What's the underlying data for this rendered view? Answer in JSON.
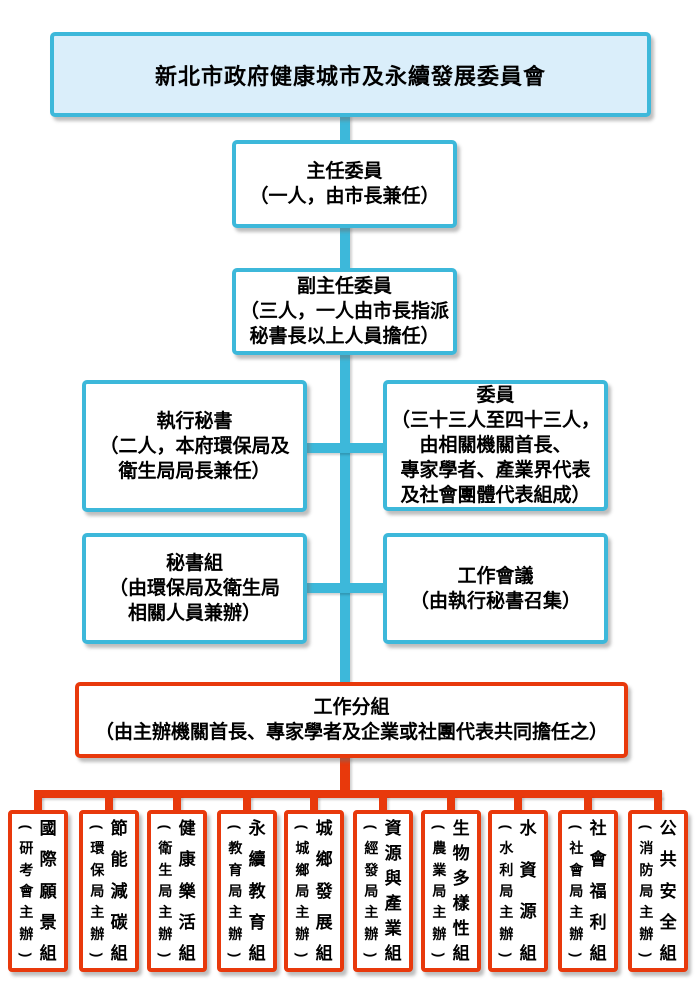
{
  "colors": {
    "line_cyan": "#3db8da",
    "fill_light_blue": "#daeefa",
    "line_orange": "#e8390c",
    "text": "#000000",
    "background": "#ffffff"
  },
  "org_chart": {
    "root": {
      "title": "新北市政府健康城市及永續發展委員會"
    },
    "chairman": {
      "title": "主任委員",
      "note": "（一人，由市長兼任）"
    },
    "vice_chairman": {
      "title": "副主任委員",
      "note": "（三人，一人由市長指派\n秘書長以上人員擔任）"
    },
    "executive_secretary": {
      "title": "執行秘書",
      "note": "（二人，本府環保局及\n衛生局局長兼任）"
    },
    "committee_members": {
      "title": "委員",
      "note": "（三十三人至四十三人，\n由相關機關首長、\n專家學者、產業界代表\n及社會團體代表組成）"
    },
    "secretariat": {
      "title": "秘書組",
      "note": "（由環保局及衛生局\n相關人員兼辦）"
    },
    "work_meeting": {
      "title": "工作會議",
      "note": "（由執行秘書召集）"
    },
    "work_groups": {
      "title": "工作分組",
      "note": "（由主辦機關首長、專家學者及企業或社團代表共同擔任之）"
    },
    "groups": [
      {
        "name": "國際願景組",
        "agency": "（研考會主辦）"
      },
      {
        "name": "節能減碳組",
        "agency": "（環保局主辦）"
      },
      {
        "name": "健康樂活組",
        "agency": "（衛生局主辦）"
      },
      {
        "name": "永續教育組",
        "agency": "（教育局主辦）"
      },
      {
        "name": "城鄉發展組",
        "agency": "（城鄉局主辦）"
      },
      {
        "name": "資源與產業組",
        "agency": "（經發局主辦）"
      },
      {
        "name": "生物多樣性組",
        "agency": "（農業局主辦）"
      },
      {
        "name": "水資源組",
        "agency": "（水利局主辦）"
      },
      {
        "name": "社會福利組",
        "agency": "（社會局主辦）"
      },
      {
        "name": "公共安全組",
        "agency": "（消防局主辦）"
      }
    ]
  }
}
